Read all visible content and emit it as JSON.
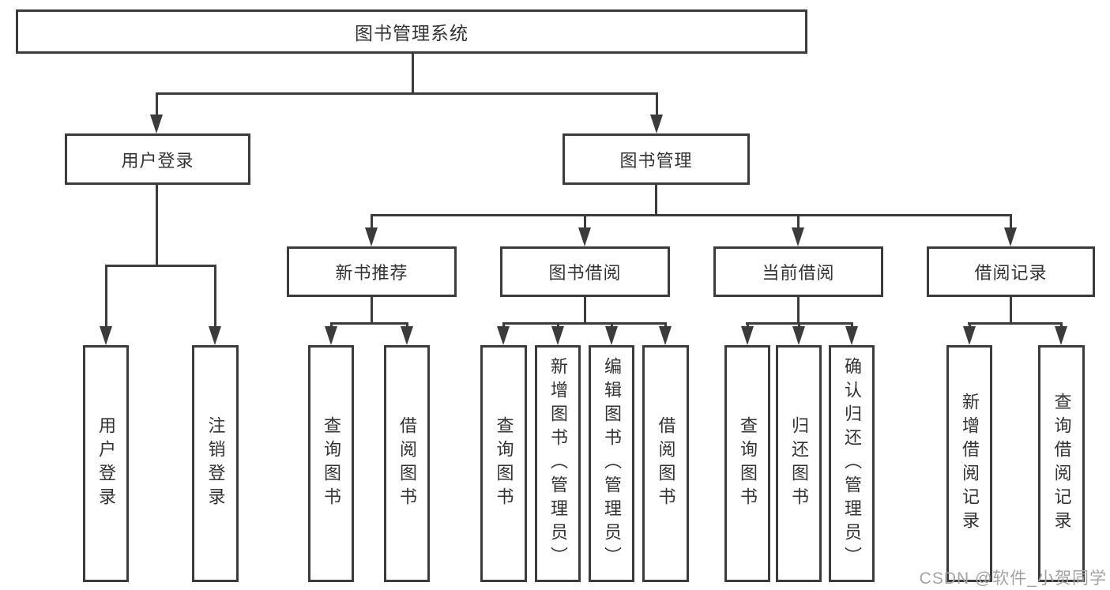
{
  "colors": {
    "line": "#3b3b3b",
    "text": "#333333",
    "watermark": "#a3a3a3",
    "background": "#ffffff"
  },
  "watermark": "CSDN @软件_小贺同学",
  "tree": {
    "root": "图书管理系统",
    "branches": [
      {
        "label": "用户登录",
        "children": [
          "用户登录",
          "注销登录"
        ]
      },
      {
        "label": "图书管理",
        "children": [
          {
            "label": "新书推荐",
            "children": [
              "查询图书",
              "借阅图书"
            ]
          },
          {
            "label": "图书借阅",
            "children": [
              "查询图书",
              "新增图书（管理员）",
              "编辑图书（管理员）",
              "借阅图书"
            ]
          },
          {
            "label": "当前借阅",
            "children": [
              "查询图书",
              "归还图书",
              "确认归还（管理员）"
            ]
          },
          {
            "label": "借阅记录",
            "children": [
              "新增借阅记录",
              "查询借阅记录"
            ]
          }
        ]
      }
    ]
  }
}
